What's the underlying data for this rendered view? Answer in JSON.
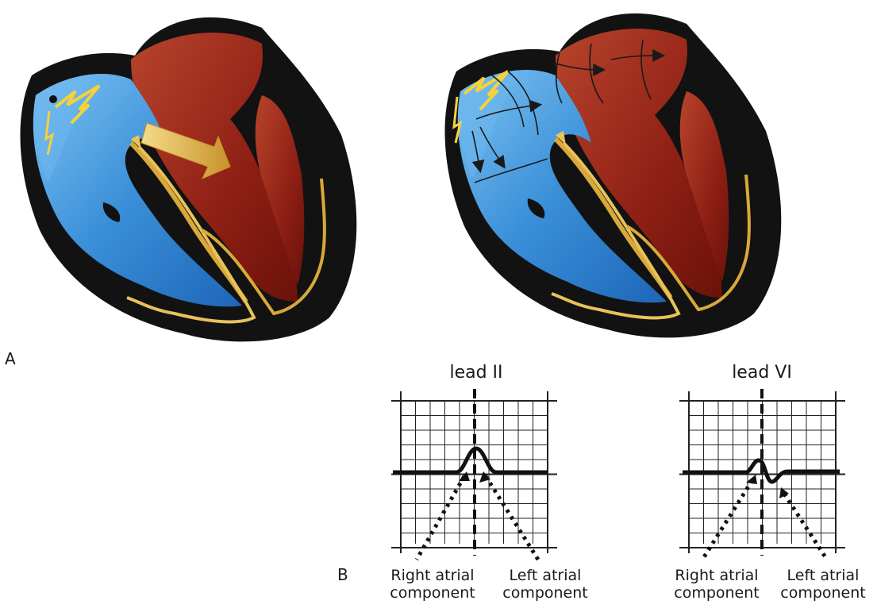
{
  "panels": {
    "a_label": "A",
    "b_label": "B"
  },
  "leads": [
    {
      "title": "lead II",
      "right_component": [
        "Right atrial",
        "component"
      ],
      "left_component": [
        "Left atrial",
        "component"
      ]
    },
    {
      "title": "lead VI",
      "right_component": [
        "Right atrial",
        "component"
      ],
      "left_component": [
        "Left atrial",
        "component"
      ]
    }
  ],
  "colors": {
    "right_atrium_blue": "#3a8fd8",
    "left_heart_red": "#8e1f14",
    "heart_outline": "#121212",
    "conduction_gold": "#d8a83a",
    "grid_line": "#222222"
  }
}
